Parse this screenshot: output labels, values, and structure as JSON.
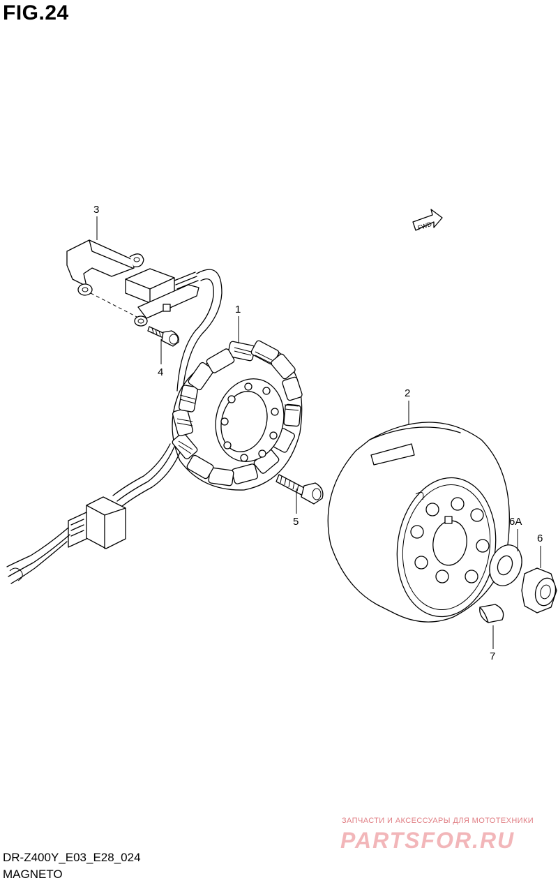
{
  "figure": {
    "title": "FIG.24",
    "model_code": "DR-Z400Y_E03_E28_024",
    "section_name": "MAGNETO"
  },
  "direction_badge": "FWD",
  "callouts": {
    "c1": "1",
    "c2": "2",
    "c3": "3",
    "c4": "4",
    "c5": "5",
    "c6": "6",
    "c6a": "6A",
    "c7": "7"
  },
  "watermark": {
    "tagline": "ЗАПЧАСТИ И АКСЕССУАРЫ ДЛЯ МОТОТЕХНИКИ",
    "logo": "PARTSFOR.RU"
  }
}
